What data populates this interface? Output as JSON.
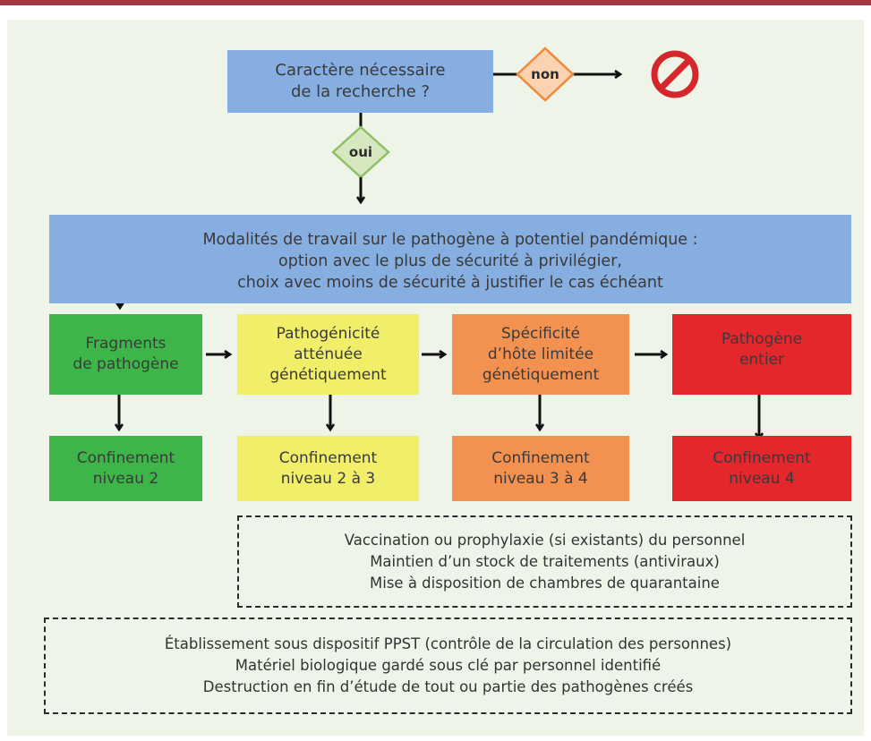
{
  "question": {
    "text": "Caractère nécessaire\nde la recherche ?"
  },
  "decision_no": {
    "label": "non"
  },
  "decision_yes": {
    "label": "oui"
  },
  "modalities": {
    "text": "Modalités de travail sur le pathogène à potentiel pandémique :\noption avec le plus de sécurité à privilégier,\nchoix avec moins de sécurité à justifier le cas échéant"
  },
  "options": [
    {
      "label": "Fragments\nde pathogène",
      "color": "#3eb549"
    },
    {
      "label": "Pathogénicité\natténuée\ngénétiquement",
      "color": "#f1ee6a"
    },
    {
      "label": "Spécificité\nd’hôte limitée\ngénétiquement",
      "color": "#f39150"
    },
    {
      "label": "Pathogène\nentier",
      "color": "#e3272c"
    }
  ],
  "confinements": [
    {
      "label": "Confinement\nniveau 2",
      "color": "#3eb549"
    },
    {
      "label": "Confinement\nniveau 2 à 3",
      "color": "#f1ee6a"
    },
    {
      "label": "Confinement\nniveau  3 à 4",
      "color": "#f39150"
    },
    {
      "label": "Confinement\nniveau 4",
      "color": "#e3272c"
    }
  ],
  "measures_personnel": {
    "text": "Vaccination ou prophylaxie (si existants) du personnel\nMaintien d’un stock de traitements (antiviraux)\nMise à disposition de chambres de quarantaine"
  },
  "measures_establishment": {
    "text": "Établissement sous dispositif PPST (contrôle de la circulation des personnes)\nMatériel biologique gardé sous clé par personnel identifié\nDestruction en fin d’étude de tout ou partie des pathogènes créés"
  },
  "colors": {
    "header_bar": "#a3373f",
    "background": "#eef4e8",
    "question_box": "#86aee0",
    "no_diamond_fill": "#fbd3b0",
    "no_diamond_border": "#f08a3a",
    "yes_diamond_fill": "#d6e8bf",
    "yes_diamond_border": "#8fbf63",
    "stop_icon": "#d7262b"
  }
}
